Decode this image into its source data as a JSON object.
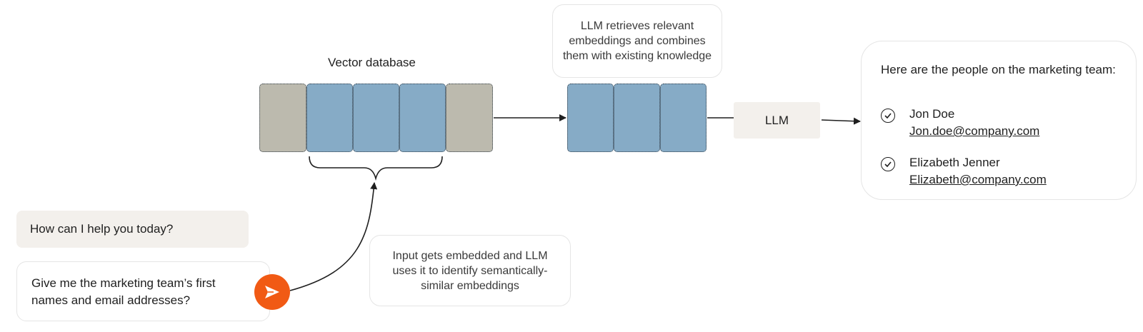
{
  "vector_db_label": "Vector database",
  "retrieve_note": "LLM retrieves relevant embeddings and combines them with existing knowledge",
  "llm_label": "LLM",
  "embed_note": "Input gets embedded and LLM uses it to identify semantically-similar embeddings",
  "chat": {
    "prompt": "How can I help you today?",
    "input": "Give me the marketing team’s first names and email addresses?",
    "send_icon": "send-icon"
  },
  "answer": {
    "title": "Here are the people on the marketing team:",
    "people": [
      {
        "name": "Jon Doe",
        "email": "Jon.doe@company.com"
      },
      {
        "name": "Elizabeth Jenner",
        "email": "Elizabeth@company.com"
      }
    ]
  },
  "colors": {
    "embedding_blue": "#86abc6",
    "embedding_gray": "#bcbaae",
    "send_orange": "#f15a14",
    "chip_beige": "#f3f0ec"
  }
}
